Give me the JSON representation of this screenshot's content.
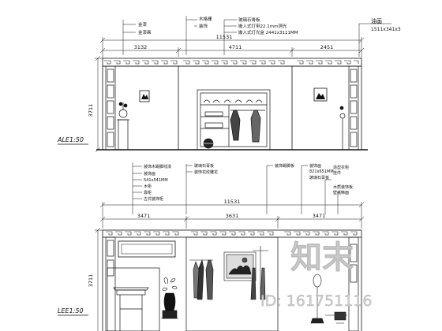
{
  "elevation_1": {
    "title": "ALE1:50",
    "overall_width": "11531",
    "height_dim": "3711",
    "segment_dims": [
      "3132",
      "4711",
      "2451"
    ],
    "notes_left": [
      "金漆",
      "金漆画"
    ],
    "notes_center_a": [
      "木格栅",
      "装饰"
    ],
    "notes_center_b": [
      "玻璃石膏板",
      "嵌入式灯带22.1mm洞光",
      "嵌入式灯光盒 2441x3111MM"
    ],
    "note_right": "油画",
    "note_right_size": "1511x341x3"
  },
  "elevation_2": {
    "title": "LEE1:50",
    "overall_width": "11531",
    "height_dim": "3711",
    "segment_dims": [
      "3471",
      "3631",
      "3471"
    ],
    "notes_left": [
      "装饰木踢脚线漆",
      "装饰画",
      "541x541MM",
      "木柜",
      "靠柜",
      "古式装饰柜"
    ],
    "notes_center_a": [
      "玻璃石膏板",
      "装饰花纹雕花"
    ],
    "note_center_b": "装饰踢脚板",
    "notes_right_a": [
      "装饰画",
      "821x651MM",
      "玻璃石膏板"
    ],
    "notes_right_b": [
      "造型衣柜",
      "挂件"
    ],
    "notes_right_c": [
      "木质装饰板",
      "壁纸饰面"
    ]
  },
  "watermark": {
    "text": "知末",
    "id": "ID: 161751116"
  }
}
